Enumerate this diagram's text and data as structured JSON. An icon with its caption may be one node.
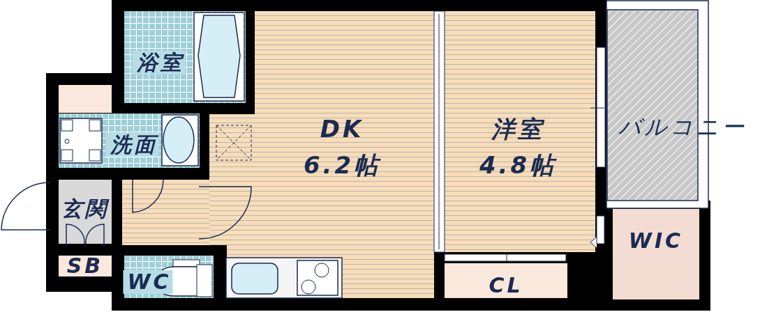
{
  "diagram": {
    "nodes": [
      {
        "text": [
          "浴室"
        ]
      },
      {
        "text": [
          "洗面"
        ]
      },
      {
        "text": [
          "玄関"
        ]
      },
      {
        "text": [
          "SB"
        ]
      },
      {
        "text": [
          "WC"
        ]
      },
      {
        "text": [
          "DK",
          "6.2帖"
        ]
      },
      {
        "text": [
          "洋室",
          "4.8帖"
        ]
      },
      {
        "text": [
          "CL"
        ]
      },
      {
        "text": [
          "バルコニー"
        ]
      },
      {
        "text": [
          "WIC"
        ]
      }
    ]
  }
}
